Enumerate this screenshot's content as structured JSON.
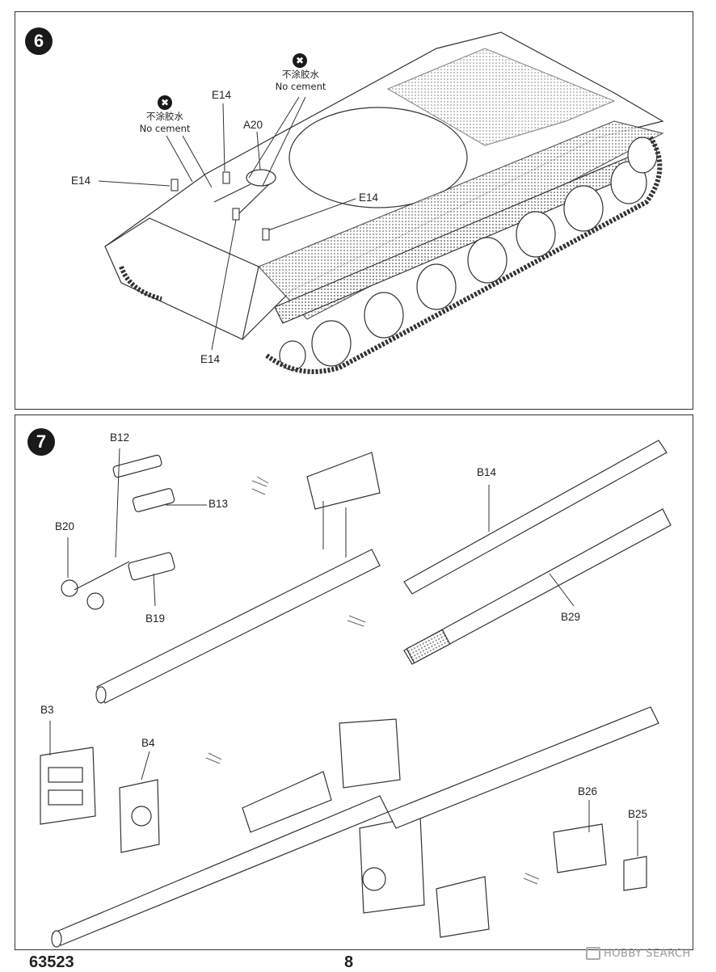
{
  "steps": {
    "step6": {
      "number": "6",
      "labels": {
        "e14_left": "E14",
        "e14_top": "E14",
        "a20": "A20",
        "e14_right": "E14",
        "e14_bottom": "E14"
      },
      "notes": [
        {
          "chinese": "不涂胶水",
          "english": "No cement"
        },
        {
          "chinese": "不涂胶水",
          "english": "No cement"
        }
      ]
    },
    "step7": {
      "number": "7",
      "labels": {
        "b12": "B12",
        "b13": "B13",
        "b20": "B20",
        "b19": "B19",
        "b14": "B14",
        "b29": "B29",
        "b3": "B3",
        "b4": "B4",
        "b26": "B26",
        "b25": "B25"
      }
    }
  },
  "footer": {
    "product_code": "63523",
    "page_number": "8",
    "watermark": "HOBBY SEARCH"
  },
  "colors": {
    "line": "#333333",
    "badge": "#1a1a1a",
    "mesh": "#8a8a8a"
  }
}
